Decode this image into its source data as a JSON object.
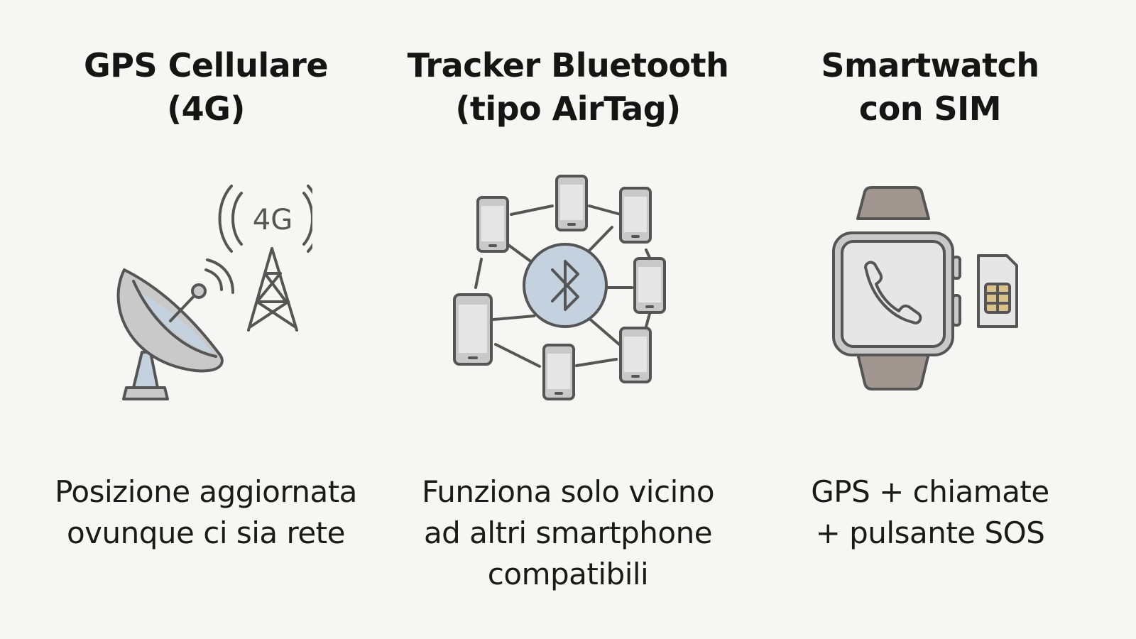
{
  "columns": [
    {
      "title_lines": [
        "GPS Cellulare",
        "(4G)"
      ],
      "icon_text": "4G",
      "desc_lines": [
        "Posizione aggiornata",
        "ovunque ci sia rete"
      ]
    },
    {
      "title_lines": [
        "Tracker Bluetooth",
        "(tipo AirTag)"
      ],
      "desc_lines": [
        "Funziona solo vicino",
        "ad altri smartphone",
        "compatibili"
      ]
    },
    {
      "title_lines": [
        "Smartwatch",
        "con SIM"
      ],
      "desc_lines": [
        "GPS + chiamate",
        "+ pulsante SOS"
      ]
    }
  ],
  "icons": {
    "col1": [
      "satellite-dish-icon",
      "cell-tower-icon",
      "signal-waves-icon"
    ],
    "col2": [
      "bluetooth-icon",
      "smartphone-icon"
    ],
    "col3": [
      "smartwatch-icon",
      "phone-icon",
      "sim-card-icon"
    ]
  },
  "colors": {
    "background": "#f6f6f4",
    "text": "#151515",
    "stroke": "#555555",
    "fill_gray": "#c9c9c9",
    "fill_blue": "#c3d2de",
    "strap_taupe": "#a19790",
    "screen_light": "#e6e6e6"
  }
}
